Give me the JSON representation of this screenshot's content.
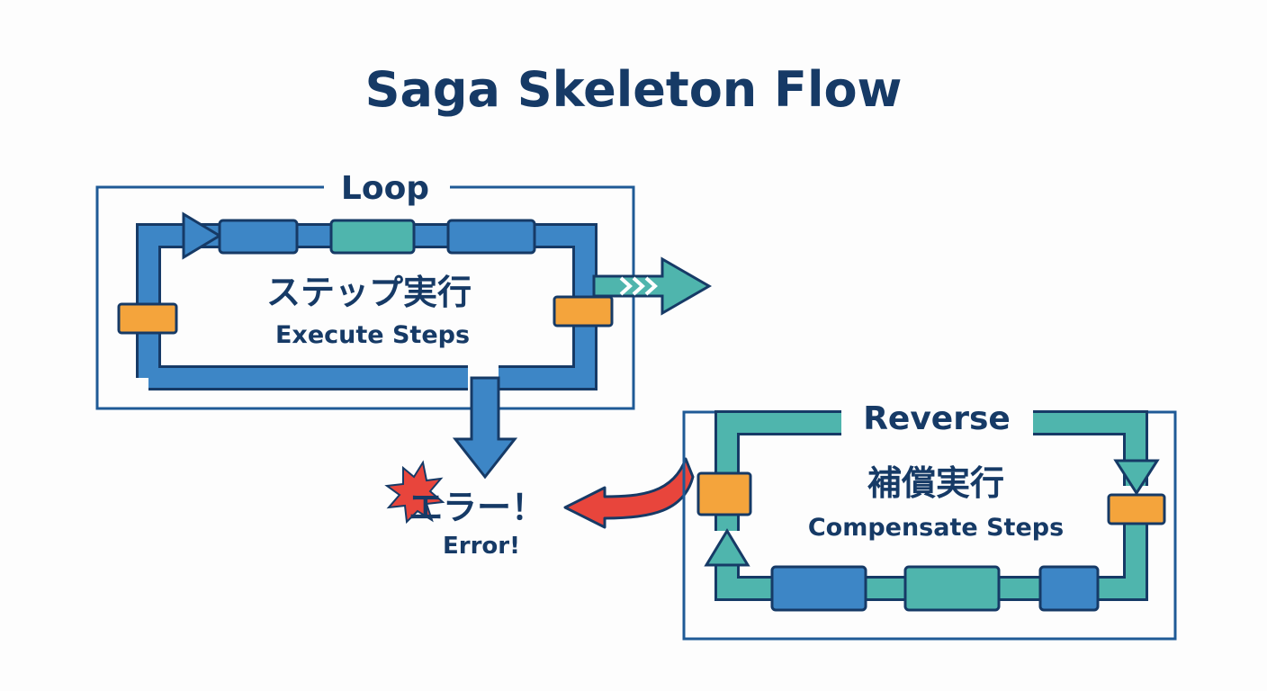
{
  "title": "Saga Skeleton Flow",
  "loop": {
    "label": "Loop",
    "jp": "ステップ実行",
    "en": "Execute Steps"
  },
  "reverse": {
    "label": "Reverse",
    "jp": "補償実行",
    "en": "Compensate Steps"
  },
  "error": {
    "jp": "エラー！",
    "en": "Error!"
  },
  "colors": {
    "navy": "#163a66",
    "blue": "#3d86c6",
    "teal": "#4fb5ad",
    "orange": "#f4a43c",
    "red": "#e8453c"
  }
}
